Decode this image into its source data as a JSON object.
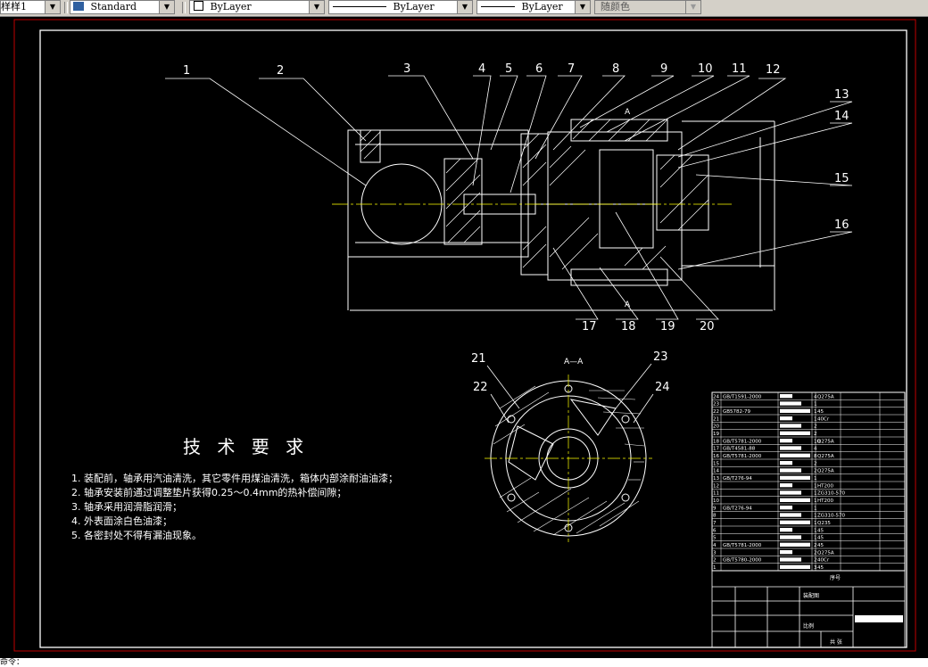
{
  "toolbar": {
    "style": "样样1",
    "textstyle": "Standard",
    "layer": "ByLayer",
    "linetype": "ByLayer",
    "lineweight": "ByLayer",
    "plotstyle": "随颜色"
  },
  "drawing": {
    "balloons": [
      "1",
      "2",
      "3",
      "4",
      "5",
      "6",
      "7",
      "8",
      "9",
      "10",
      "11",
      "12",
      "13",
      "14",
      "15",
      "16",
      "17",
      "18",
      "19",
      "20",
      "21",
      "22",
      "23",
      "24"
    ],
    "section_mark": "A",
    "section_title": "A—A",
    "requirements_title": "技 术 要 求",
    "requirements": [
      "1. 装配前，轴承用汽油清洗，其它零件用煤油清洗，箱体内部涂耐油油漆；",
      "2. 轴承安装前通过调整垫片获得0.25～0.4mm的热补偿间隙；",
      "3. 轴承采用润滑脂润滑；",
      "4. 外表面涂白色油漆；",
      "5. 各密封处不得有漏油现象。"
    ]
  },
  "bom": [
    {
      "no": "24",
      "std": "GB/T1591-2000",
      "qty": "4",
      "mat": "Q275A"
    },
    {
      "no": "23",
      "std": "",
      "qty": "1",
      "mat": ""
    },
    {
      "no": "22",
      "std": "GB5782-79",
      "qty": "1",
      "mat": "45"
    },
    {
      "no": "21",
      "std": "",
      "qty": "1",
      "mat": "40Cr"
    },
    {
      "no": "20",
      "std": "",
      "qty": "2",
      "mat": ""
    },
    {
      "no": "19",
      "std": "",
      "qty": "2",
      "mat": ""
    },
    {
      "no": "18",
      "std": "GB/T5781-2000",
      "qty": "10",
      "mat": "Q275A"
    },
    {
      "no": "17",
      "std": "GB/T4581-88",
      "qty": "4",
      "mat": ""
    },
    {
      "no": "16",
      "std": "GB/T5781-2000",
      "qty": "8",
      "mat": "Q275A"
    },
    {
      "no": "15",
      "std": "",
      "qty": "2",
      "mat": ""
    },
    {
      "no": "14",
      "std": "",
      "qty": "2",
      "mat": "Q275A"
    },
    {
      "no": "13",
      "std": "GB/T276-94",
      "qty": "1",
      "mat": ""
    },
    {
      "no": "12",
      "std": "",
      "qty": "1",
      "mat": "HT200"
    },
    {
      "no": "11",
      "std": "",
      "qty": "1",
      "mat": "ZG310-570"
    },
    {
      "no": "10",
      "std": "",
      "qty": "1",
      "mat": "HT200"
    },
    {
      "no": "9",
      "std": "GB/T276-94",
      "qty": "1",
      "mat": ""
    },
    {
      "no": "8",
      "std": "",
      "qty": "1",
      "mat": "ZG310-570"
    },
    {
      "no": "7",
      "std": "",
      "qty": "1",
      "mat": "Q235"
    },
    {
      "no": "6",
      "std": "",
      "qty": "1",
      "mat": "45"
    },
    {
      "no": "5",
      "std": "",
      "qty": "1",
      "mat": "45"
    },
    {
      "no": "4",
      "std": "GB/T5781-2000",
      "qty": "2",
      "mat": "45"
    },
    {
      "no": "3",
      "std": "",
      "qty": "2",
      "mat": "Q275A"
    },
    {
      "no": "2",
      "std": "GB/T5780-2000",
      "qty": "2",
      "mat": "40Cr"
    },
    {
      "no": "1",
      "std": "",
      "qty": "3",
      "mat": "45"
    }
  ],
  "titleblock": {
    "header": "序号",
    "name": "装配图",
    "scale": "比例",
    "sheet": "共 张"
  },
  "cmdline": {
    "text": "命令："
  },
  "colors": {
    "outline": "#ffffff",
    "balloon": "#ffffff",
    "hatch": "#ffffff",
    "centerline": "#ffff00",
    "dimension": "#ffffff",
    "border_red": "#c00000"
  }
}
